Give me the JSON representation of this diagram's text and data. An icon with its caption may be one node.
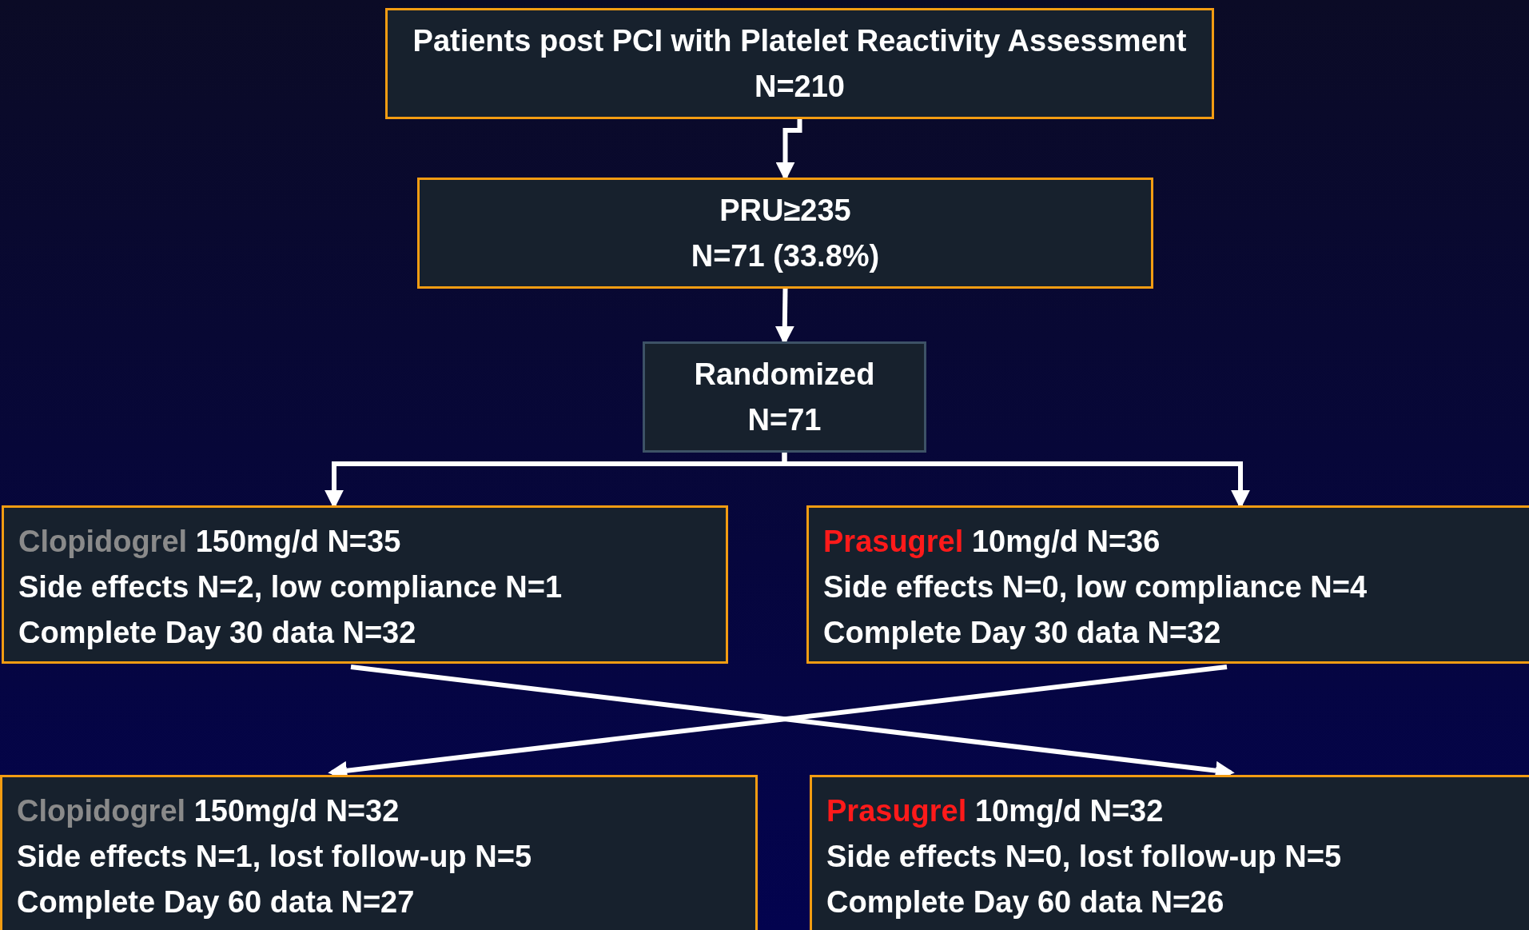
{
  "diagram": {
    "nodes": [
      {
        "text": [
          "Patients post PCI with Platelet Reactivity Assessment N=210"
        ]
      },
      {
        "text": [
          "PRU≥235",
          "N=71 (33.8%)"
        ]
      },
      {
        "text": [
          "Randomized",
          "N=71"
        ]
      },
      {
        "text": [
          "Clopidogrel",
          "150mg/d N=35",
          "Side effects N=2, low compliance N=1",
          "Complete Day 30 data N=32"
        ]
      },
      {
        "text": [
          "Prasugrel",
          "10mg/d N=36",
          "Side effects N=0, low compliance N=4",
          "Complete Day 30 data N=32"
        ]
      },
      {
        "text": [
          "Clopidogrel",
          "150mg/d N=32",
          "Side effects N=1, lost follow-up N=5",
          "Complete Day 60 data N=27"
        ]
      },
      {
        "text": [
          "Prasugrel",
          "10mg/d N=32",
          "Side effects N=0, lost follow-up N=5",
          "Complete Day 60 data N=26"
        ]
      }
    ],
    "edges": [
      {
        "from": 0,
        "to": 1,
        "arrow": "to"
      },
      {
        "from": 1,
        "to": 2,
        "arrow": "to"
      },
      {
        "from": 2,
        "to": 3,
        "arrow": "to"
      },
      {
        "from": 2,
        "to": 4,
        "arrow": "to"
      },
      {
        "from": 3,
        "to": 6,
        "arrow": "to"
      },
      {
        "from": 4,
        "to": 5,
        "arrow": "to"
      }
    ]
  }
}
